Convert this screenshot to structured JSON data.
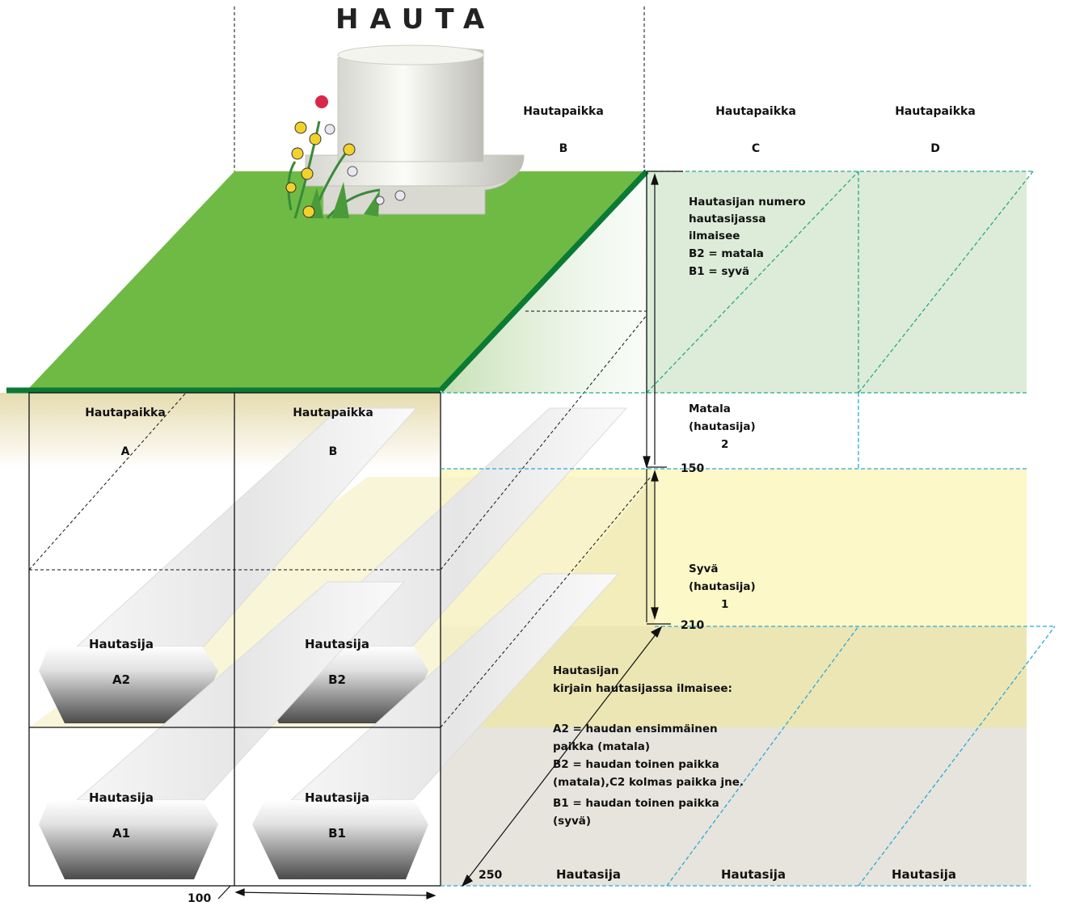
{
  "title": "HAUTA",
  "labels": {
    "hautapaikka": "Hautapaikka",
    "paikka_a": "A",
    "paikka_b": "B",
    "paikka_c": "C",
    "paikka_d": "D",
    "hautasija": "Hautasija",
    "a2": "A2",
    "b2": "B2",
    "a1": "A1",
    "b1": "B1"
  },
  "notes": {
    "numero": [
      "Hautasijan numero",
      "hautasijassa",
      "ilmaisee",
      "B2 = matala",
      "B1 = syvä"
    ],
    "matala": [
      "Matala",
      "(hautasija)",
      "2"
    ],
    "syva": [
      "Syvä",
      "(hautasija)",
      "1"
    ],
    "kirjain": [
      "Hautasijan",
      "kirjain hautasijassa ilmaisee:",
      "",
      "A2 = haudan ensimmäinen",
      "paikka (matala)",
      "B2 = haudan toinen paikka",
      "(matala),C2 kolmas paikka jne.",
      "B1 = haudan toinen paikka",
      "(syvä)"
    ]
  },
  "dimensions": {
    "d150": "150",
    "d210": "210",
    "d250": "250",
    "d100": "100"
  },
  "colors": {
    "grass": "#6fba45",
    "grass_edge": "#0a7a35",
    "upper_band": "#dcecd8",
    "yellow_band": "#fcf8c8",
    "olive_band": "#ece6b4",
    "grey_band": "#e6e4dc",
    "teal_dash": "#2aa88a",
    "blue_dash": "#2aa8dc"
  }
}
